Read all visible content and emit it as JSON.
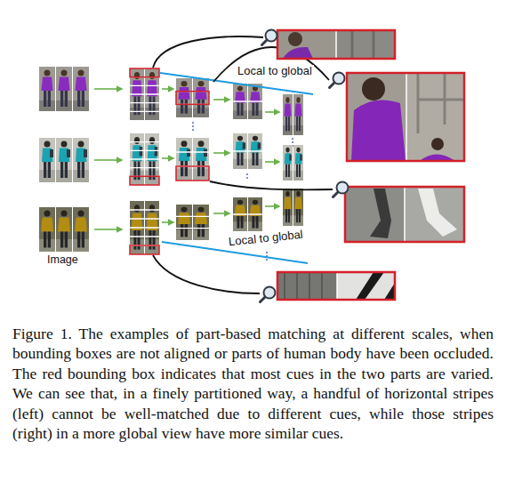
{
  "diagram": {
    "caption": "Figure 1. The examples of part-based matching at different scales, when bounding boxes are not aligned or parts of human body have been occluded. The red bounding box indicates that most cues in the two parts are varied. We can see that, in a finely partitioned way, a handful of horizontal stripes (left) cannot be well-matched due to different cues, while those stripes (right) in a more global view have more similar cues.",
    "labels": [
      "Local to global",
      "Local to global",
      "Image"
    ]
  }
}
